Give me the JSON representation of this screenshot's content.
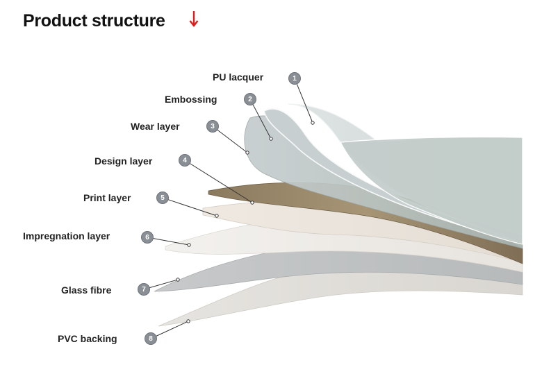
{
  "header": {
    "title": "Product structure",
    "arrow_icon": "arrow-down-icon",
    "arrow_color": "#e01b1b"
  },
  "layers": [
    {
      "number": "1",
      "label": "PU lacquer"
    },
    {
      "number": "2",
      "label": "Embossing"
    },
    {
      "number": "3",
      "label": "Wear layer"
    },
    {
      "number": "4",
      "label": "Design layer"
    },
    {
      "number": "5",
      "label": "Print layer"
    },
    {
      "number": "6",
      "label": "Impregnation layer"
    },
    {
      "number": "7",
      "label": "Glass fibre"
    },
    {
      "number": "8",
      "label": "PVC backing"
    }
  ],
  "colors": {
    "badge": "#8a8f96",
    "leader_line": "#333333"
  }
}
